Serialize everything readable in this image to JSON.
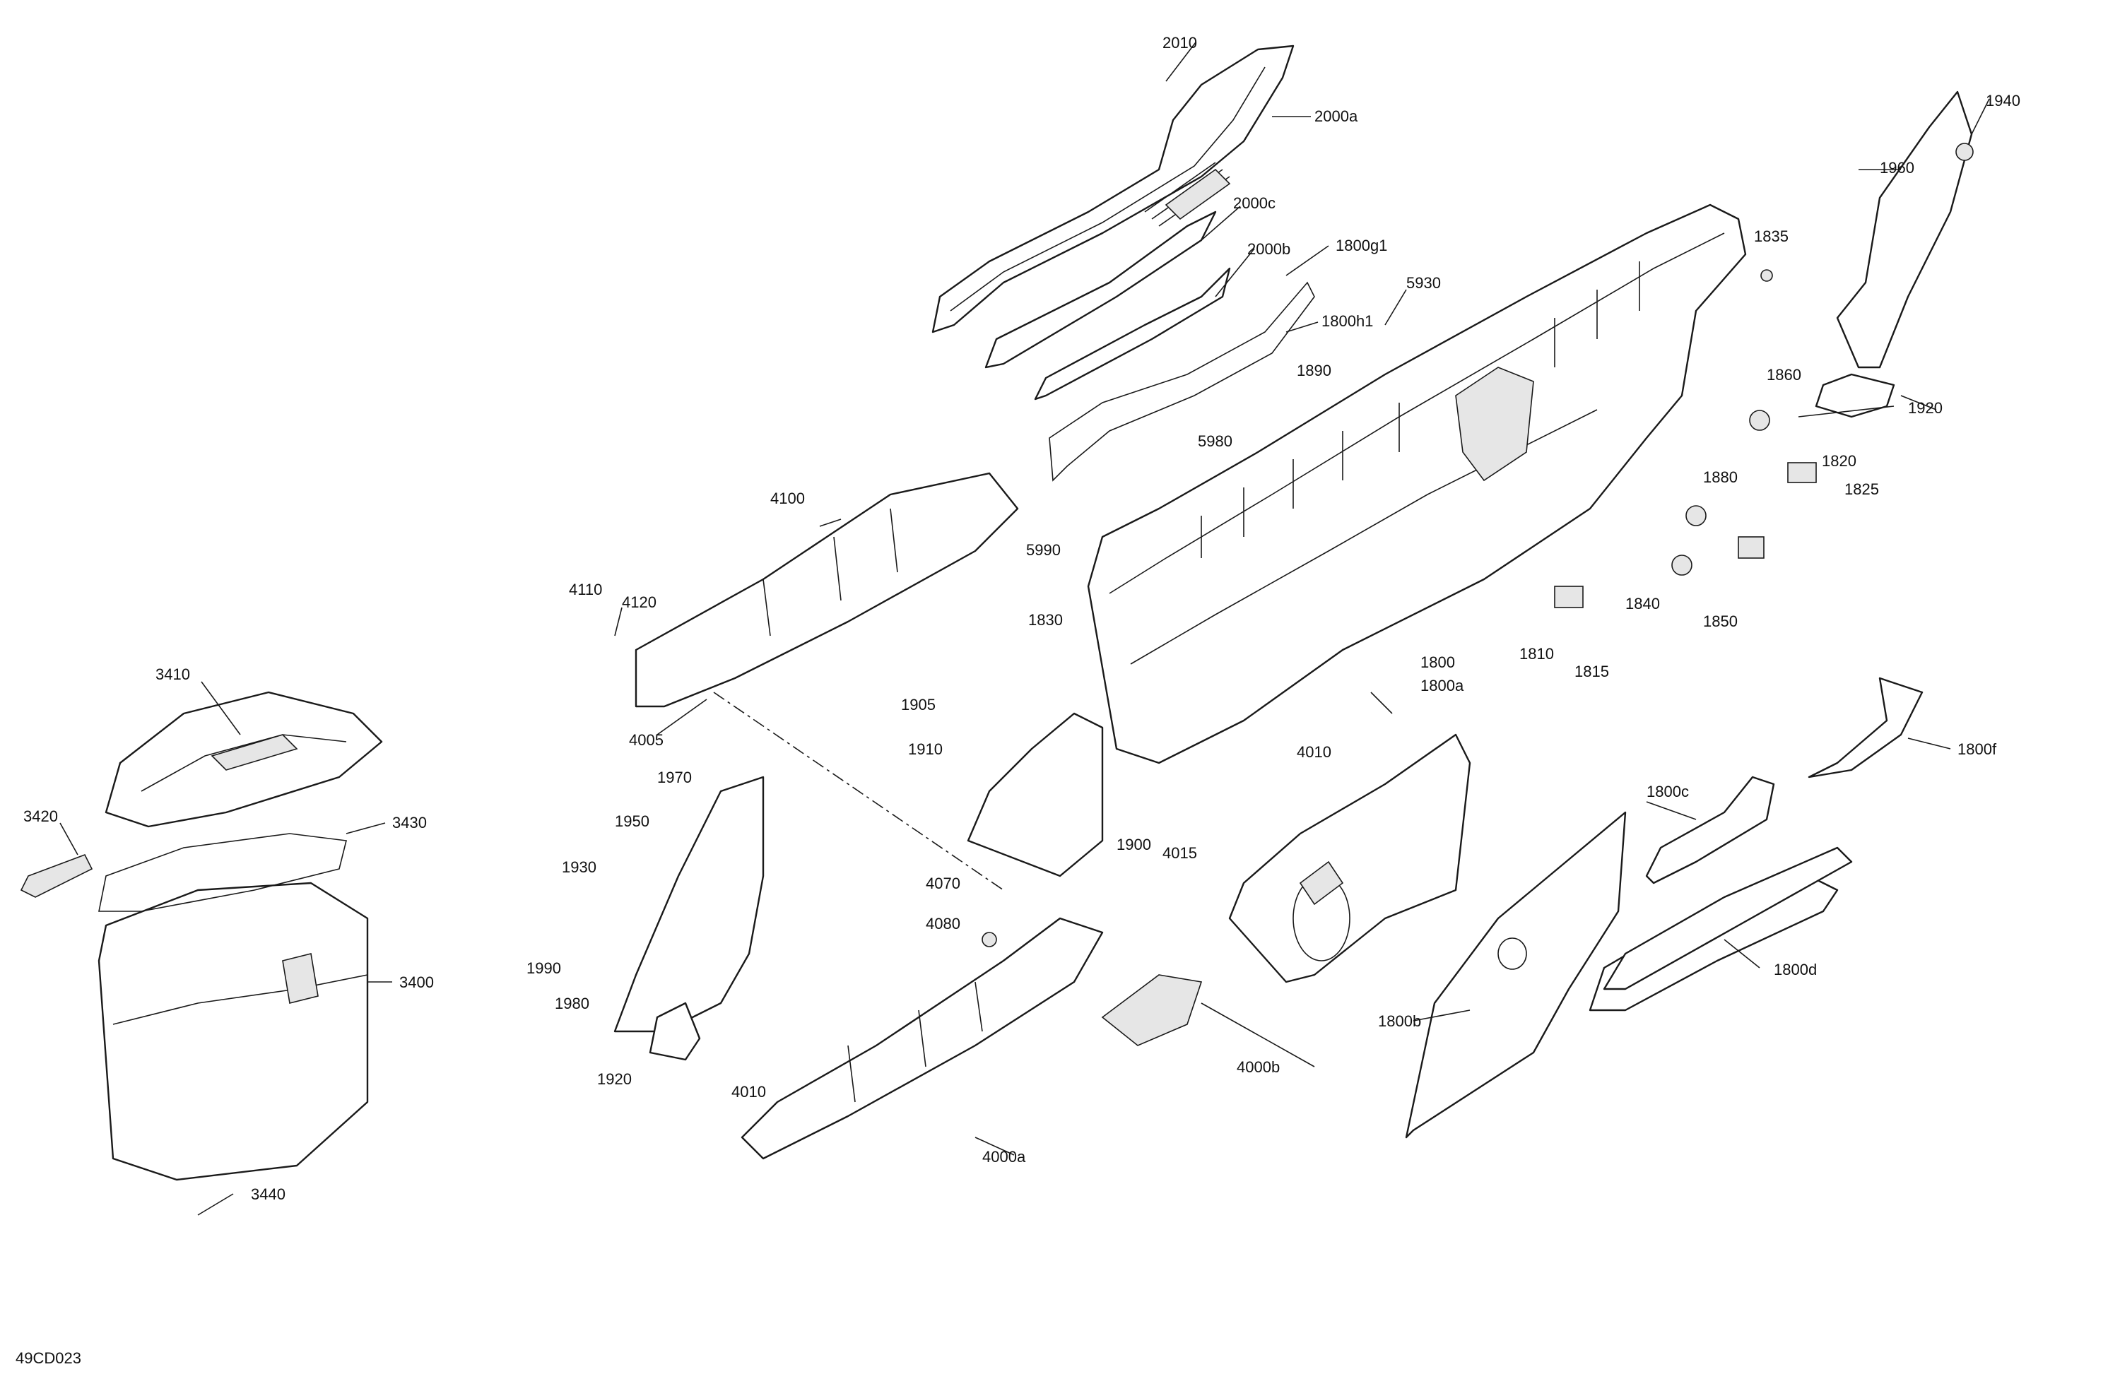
{
  "diagram_ref": "49CD023",
  "callouts": {
    "c2010": "2010",
    "c2000a": "2000a",
    "c2000c": "2000c",
    "c2000b": "2000b",
    "c1800g1": "1800g1",
    "c1800h1": "1800h1",
    "c5930": "5930",
    "c1890": "1890",
    "c5980": "5980",
    "c5990": "5990",
    "c1830": "1830",
    "c1835": "1835",
    "c1940": "1940",
    "c1960": "1960",
    "c1860": "1860",
    "c1920a": "1920",
    "c1820": "1820",
    "c1825": "1825",
    "c1880": "1880",
    "c1840": "1840",
    "c1850": "1850",
    "c1810": "1810",
    "c1815": "1815",
    "c1800": "1800",
    "c1800a": "1800a",
    "c4100": "4100",
    "c4110": "4110",
    "c4120": "4120",
    "c4005": "4005",
    "c3410": "3410",
    "c3420": "3420",
    "c3430": "3430",
    "c3400": "3400",
    "c3440": "3440",
    "c1905": "1905",
    "c1910": "1910",
    "c1970": "1970",
    "c1950": "1950",
    "c1930": "1930",
    "c1990": "1990",
    "c1980": "1980",
    "c1920b": "1920",
    "c4010a": "4010",
    "c4010b": "4010",
    "c1900": "1900",
    "c4015": "4015",
    "c4070": "4070",
    "c4080": "4080",
    "c4000a": "4000a",
    "c4000b": "4000b",
    "c1800f": "1800f",
    "c1800c": "1800c",
    "c1800d": "1800d",
    "c1800b": "1800b"
  }
}
